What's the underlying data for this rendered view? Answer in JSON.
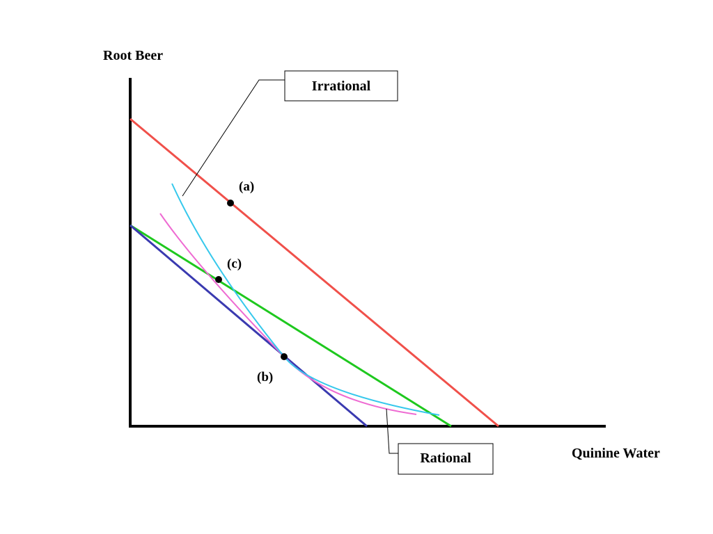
{
  "axes": {
    "y_label": "Root Beer",
    "x_label": "Quinine Water"
  },
  "points": {
    "a": "(a)",
    "b": "(b)",
    "c": "(c)"
  },
  "callouts": {
    "irrational": "Irrational",
    "rational": "Rational"
  },
  "colors": {
    "axis": "#000000",
    "budget_high": "#f0504a",
    "budget_rotated": "#1ec81e",
    "budget_original": "#3a3ab0",
    "indifference_cyan": "#36c8ec",
    "indifference_magenta": "#ee6ad2",
    "point": "#000000"
  }
}
